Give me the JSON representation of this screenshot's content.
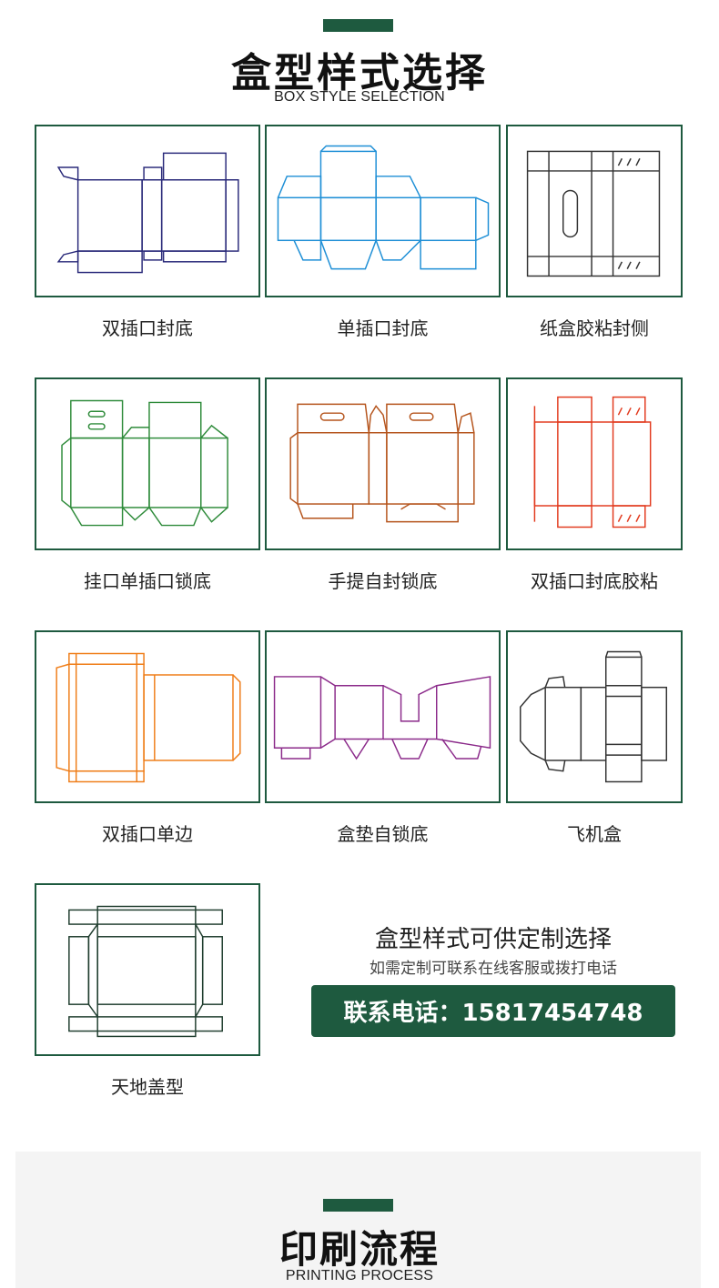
{
  "section": {
    "title_cn": "盒型样式选择",
    "title_en": "BOX STYLE SELECTION"
  },
  "box_styles": [
    {
      "label": "双插口封底",
      "icon": "double-tuck-bottom-dieline",
      "color": "#2a2a7a"
    },
    {
      "label": "单插口封底",
      "icon": "single-tuck-bottom-dieline",
      "color": "#1e8fd6"
    },
    {
      "label": "纸盒胶粘封侧",
      "icon": "glued-side-dieline",
      "color": "#333333"
    },
    {
      "label": "挂口单插口锁底",
      "icon": "hanger-lock-bottom-dieline",
      "color": "#2e8b3a"
    },
    {
      "label": "手提自封锁底",
      "icon": "handle-lock-bottom-dieline",
      "color": "#b5541c"
    },
    {
      "label": "双插口封底胶粘",
      "icon": "double-tuck-glued-dieline",
      "color": "#e23a1e"
    },
    {
      "label": "双插口单边",
      "icon": "double-tuck-single-side-dieline",
      "color": "#ef7d18"
    },
    {
      "label": "盒垫自锁底",
      "icon": "pad-self-lock-dieline",
      "color": "#8b2a8a"
    },
    {
      "label": "飞机盒",
      "icon": "mailer-box-dieline",
      "color": "#333333"
    },
    {
      "label": "天地盖型",
      "icon": "lid-base-box-dieline",
      "color": "#1f3d2e"
    }
  ],
  "custom": {
    "title": "盒型样式可供定制选择",
    "subtitle": "如需定制可联系在线客服或拨打电话",
    "phone_label": "联系电话：15817454748"
  },
  "section2": {
    "title_cn": "印刷流程",
    "title_en": "PRINTING PROCESS"
  },
  "colors": {
    "accent": "#1e5a3f"
  }
}
